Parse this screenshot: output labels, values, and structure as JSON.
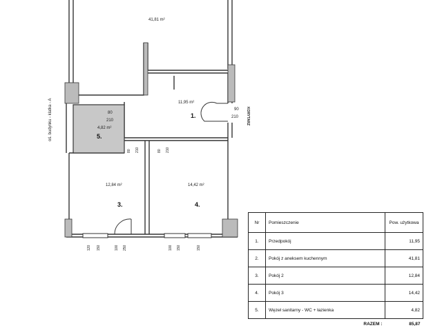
{
  "rooms": [
    {
      "area": "41,81 m²"
    },
    {
      "area": "11,95 m²",
      "number": "1."
    },
    {
      "area": "4,82 m²",
      "number": "5.",
      "door_a": "80",
      "door_b": "210"
    },
    {
      "area": "12,84 m²",
      "number": "3."
    },
    {
      "area": "14,42 m²",
      "number": "4."
    }
  ],
  "entry_door": {
    "width": "90",
    "height": "210"
  },
  "inner_doors": [
    {
      "width": "80",
      "height": "210"
    },
    {
      "width": "80",
      "height": "210"
    }
  ],
  "window_dims": [
    "120",
    "150",
    "100",
    "250",
    "100",
    "150",
    "150"
  ],
  "side_labels": {
    "left": "oś. budynku - klatka - A",
    "right": "KORYTARZ"
  },
  "table": {
    "headers": {
      "nr": "Nr",
      "room": "Pomieszczenie",
      "area": "Pow. użytkowa"
    },
    "rows": [
      {
        "nr": "1.",
        "name": "Przedpokój",
        "area": "11,95"
      },
      {
        "nr": "2.",
        "name": "Pokój z aneksem kuchennym",
        "area": "41,81"
      },
      {
        "nr": "3.",
        "name": "Pokój 2",
        "area": "12,84"
      },
      {
        "nr": "4.",
        "name": "Pokój 3",
        "area": "14,42"
      },
      {
        "nr": "5.",
        "name": "Węzeł sanitarny - WC + łazienka",
        "area": "4,82"
      }
    ],
    "total_label": "RAZEM :",
    "total_value": "85,87"
  }
}
